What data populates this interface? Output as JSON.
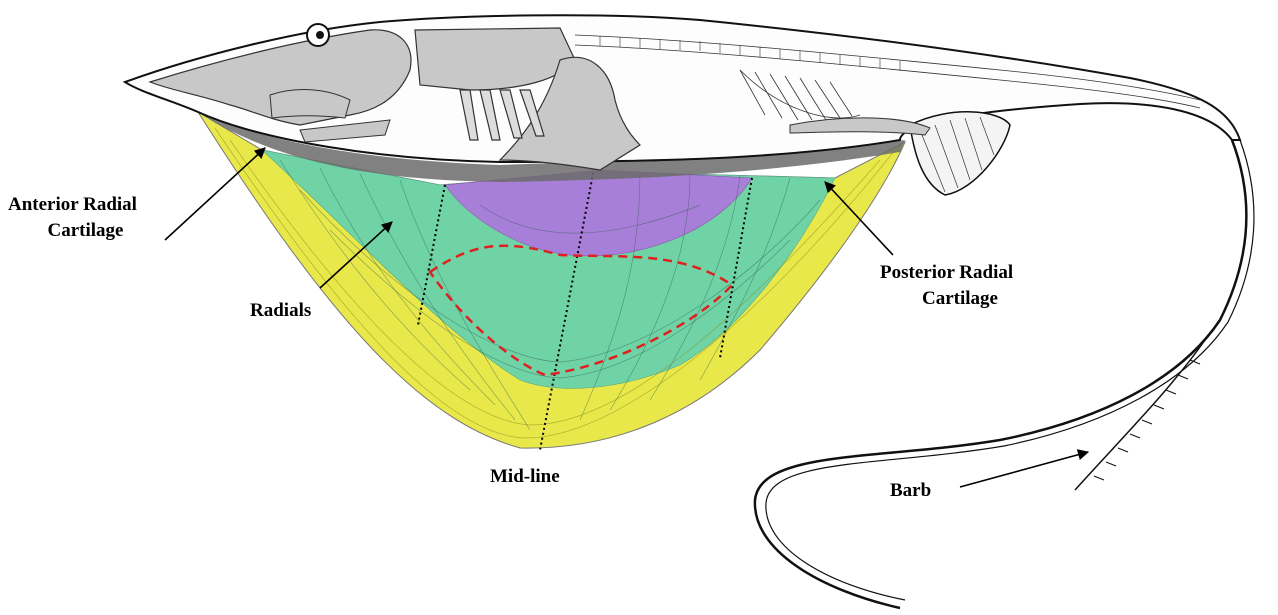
{
  "labels": {
    "anterior": {
      "line1": "Anterior Radial",
      "line2": "Cartilage"
    },
    "radials": "Radials",
    "posterior": {
      "line1": "Posterior Radial",
      "line2": "Cartilage"
    },
    "midline": "Mid-line",
    "barb": "Barb"
  },
  "colors": {
    "outer_band": "#e8e84a",
    "radial_zone": "#6fd3a6",
    "central_zone": "#a77fd8",
    "cartilage": "#6b6b6b",
    "dashed_outline": "#e02020",
    "skeleton": "#c8c8c8",
    "ink": "#111111"
  }
}
